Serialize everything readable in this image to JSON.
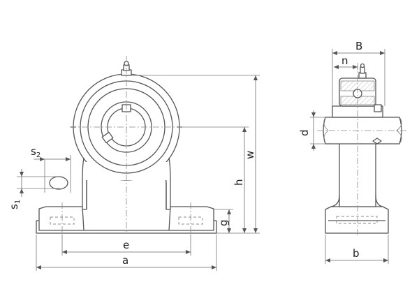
{
  "dimensions": {
    "front_view": {
      "e": "e",
      "a": "a",
      "h": "h",
      "w": "w",
      "g": "g",
      "s1_base": "s",
      "s1_sub": "1",
      "s2_base": "s",
      "s2_sub": "2"
    },
    "side_view": {
      "B": "B",
      "n": "n",
      "d": "d",
      "b": "b"
    }
  },
  "colors": {
    "line": "#555555",
    "background": "#ffffff"
  }
}
